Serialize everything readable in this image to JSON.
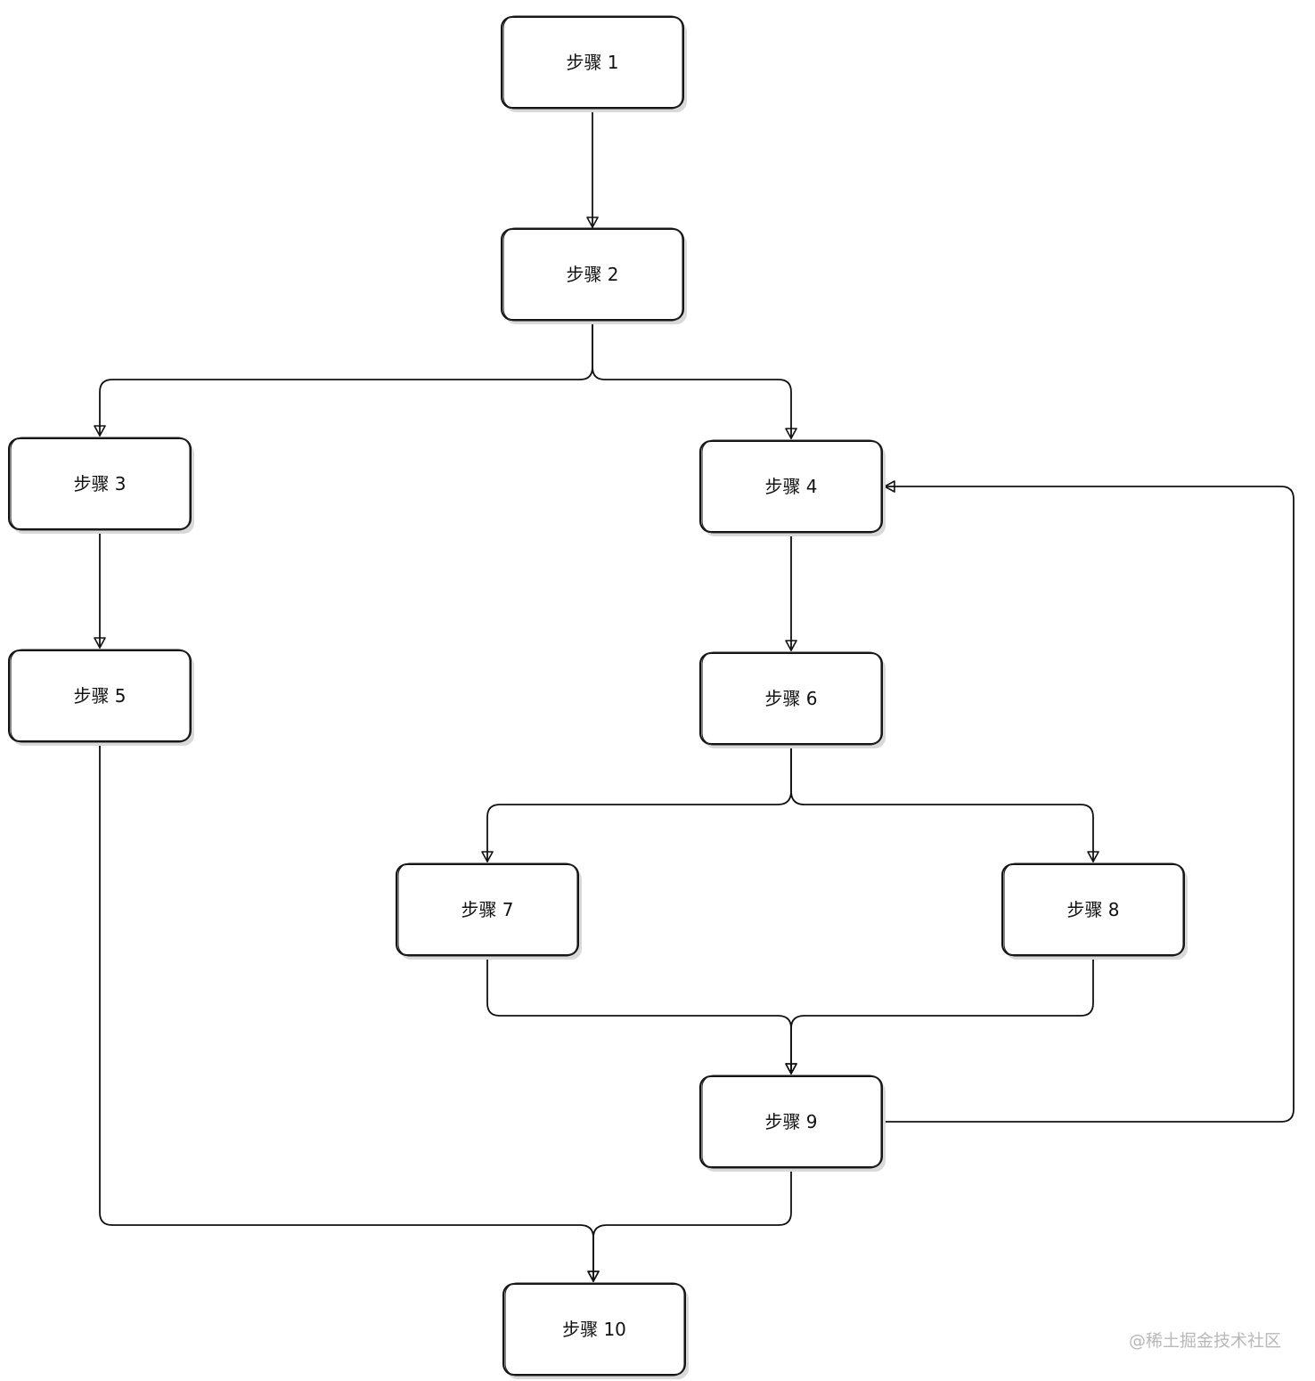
{
  "nodes": [
    {
      "id": "n1",
      "label": "步骤 1"
    },
    {
      "id": "n2",
      "label": "步骤 2"
    },
    {
      "id": "n3",
      "label": "步骤 3"
    },
    {
      "id": "n4",
      "label": "步骤 4"
    },
    {
      "id": "n5",
      "label": "步骤 5"
    },
    {
      "id": "n6",
      "label": "步骤 6"
    },
    {
      "id": "n7",
      "label": "步骤 7"
    },
    {
      "id": "n8",
      "label": "步骤 8"
    },
    {
      "id": "n9",
      "label": "步骤 9"
    },
    {
      "id": "n10",
      "label": "步骤 10"
    }
  ],
  "edges": [
    {
      "from": "n1",
      "to": "n2"
    },
    {
      "from": "n2",
      "to": "n3"
    },
    {
      "from": "n2",
      "to": "n4"
    },
    {
      "from": "n3",
      "to": "n5"
    },
    {
      "from": "n4",
      "to": "n6"
    },
    {
      "from": "n6",
      "to": "n7"
    },
    {
      "from": "n6",
      "to": "n8"
    },
    {
      "from": "n7",
      "to": "n9"
    },
    {
      "from": "n8",
      "to": "n9"
    },
    {
      "from": "n9",
      "to": "n4"
    },
    {
      "from": "n5",
      "to": "n10"
    },
    {
      "from": "n9",
      "to": "n10"
    }
  ],
  "watermark": "@稀土掘金技术社区"
}
